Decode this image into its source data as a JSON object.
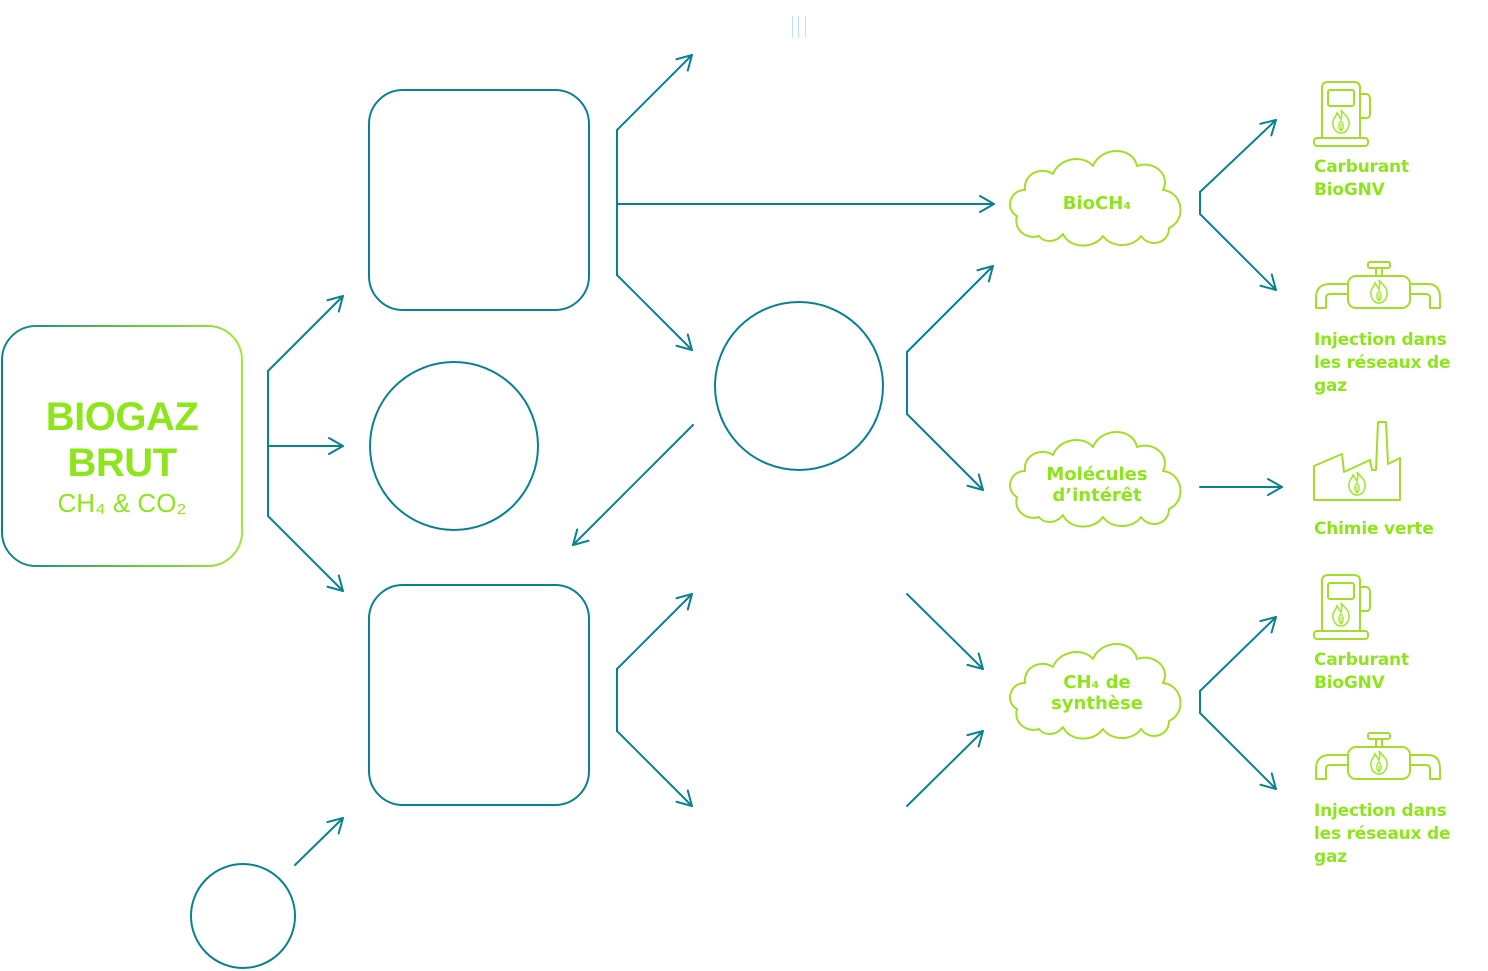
{
  "colors": {
    "flow_arrow": "#0b8190",
    "accent_lime": "#8ee51b",
    "cloud_outline": "#a3dd2a",
    "box_gradient_start": "#0b8190",
    "box_gradient_end": "#a3e635"
  },
  "source": {
    "title_line1": "BIOGAZ",
    "title_line2": "BRUT",
    "subtitle": "CH₄ & CO₂"
  },
  "intermediate_nodes": [
    {
      "id": "top-box",
      "shape": "rounded-square",
      "label": ""
    },
    {
      "id": "middle-circle",
      "shape": "circle",
      "label": ""
    },
    {
      "id": "bottom-box",
      "shape": "rounded-square",
      "label": ""
    },
    {
      "id": "center-circle",
      "shape": "circle",
      "label": ""
    },
    {
      "id": "input-circle",
      "shape": "circle",
      "label": ""
    }
  ],
  "products": [
    {
      "id": "biomethane",
      "label": "BioCH₄"
    },
    {
      "id": "molecules",
      "label_line1": "Molécules",
      "label_line2": "d’intérêt"
    },
    {
      "id": "synthetic-methane",
      "label_line1": "CH₄ de",
      "label_line2": "synthèse"
    }
  ],
  "uses": [
    {
      "id": "fuel-1",
      "icon": "fuel-pump-icon",
      "line1": "Carburant",
      "line2": "BioGNV"
    },
    {
      "id": "grid-1",
      "icon": "gas-pipe-valve-icon",
      "line1": "Injection dans",
      "line2": "les réseaux de gaz"
    },
    {
      "id": "chem",
      "icon": "factory-icon",
      "line1": "Chimie verte",
      "line2": ""
    },
    {
      "id": "fuel-2",
      "icon": "fuel-pump-icon",
      "line1": "Carburant",
      "line2": "BioGNV"
    },
    {
      "id": "grid-2",
      "icon": "gas-pipe-valve-icon",
      "line1": "Injection dans",
      "line2": "les réseaux de gaz"
    }
  ]
}
